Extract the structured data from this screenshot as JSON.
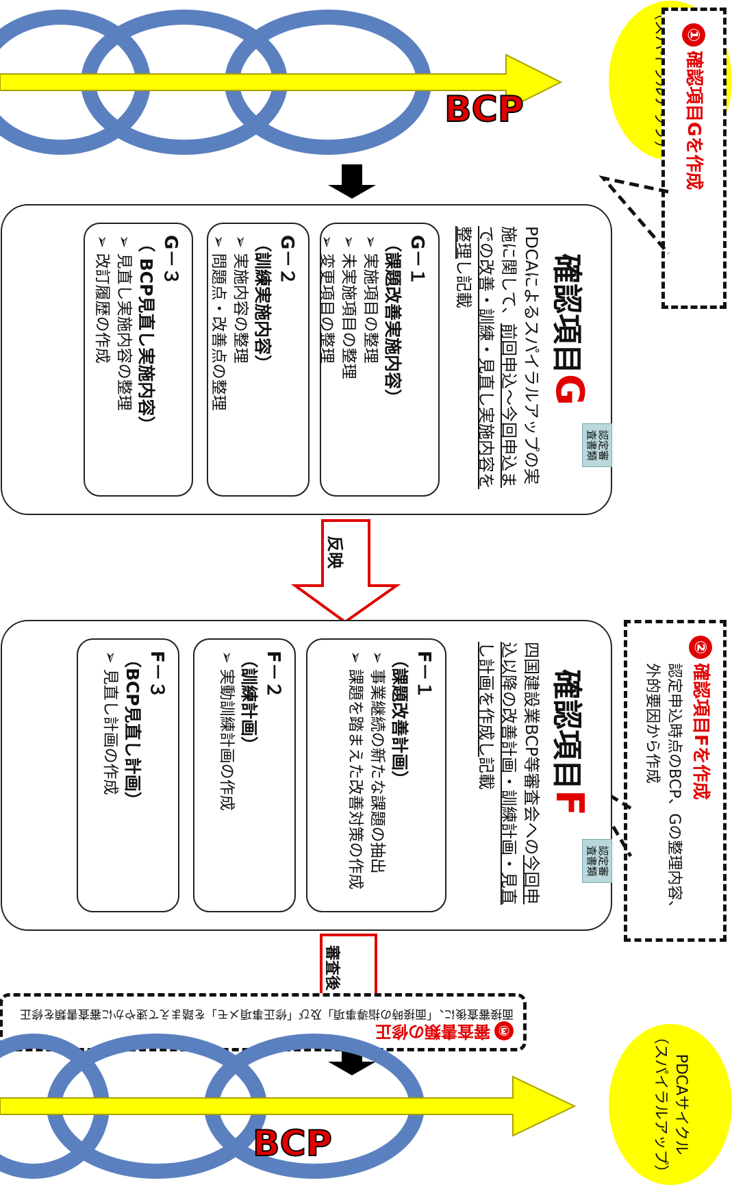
{
  "bubbles": {
    "g": {
      "num": "①",
      "title": "確認項目Gを作成"
    },
    "f": {
      "num": "②",
      "title": "確認項目Fを作成",
      "desc": "認定申込時点のBCP、Gの整理内容、外的要因から作成"
    },
    "r": {
      "num": "③",
      "title": "審査書類の修正",
      "desc": "面接審査後に、「面接時の指導事項」及び「修正事項メモ」を踏まえて速やかに審査書類を修正"
    }
  },
  "cycle": {
    "ellipse_line1": "PDCAサイクル",
    "ellipse_line2": "（スパイラルアップ）",
    "bcp": "BCP"
  },
  "panel_g": {
    "tag": "認定審査書類",
    "title": "確認項目",
    "letter": "G",
    "desc_pre": "PDCAによるスパイラルアップの実施に関して、",
    "desc_under": "前回申込〜今回申込までの改善・訓練・見直し実施内容を整理",
    "desc_post": "し記載",
    "items": [
      {
        "id": "G－１",
        "name": "（課題改善実施内容）",
        "bullets": [
          "実施項目の整理",
          "未実施項目の整理",
          "変更項目の整理"
        ]
      },
      {
        "id": "G－２",
        "name": "（訓練実施内容）",
        "bullets": [
          "実施内容の整理",
          "問題点・改善点の整理"
        ]
      },
      {
        "id": "G－３",
        "name": "（ BCP見直し実施内容）",
        "bullets": [
          "見直し実施内容の整理",
          "改訂履歴の作成"
        ]
      }
    ]
  },
  "panel_f": {
    "tag": "認定審査書類",
    "title": "確認項目",
    "letter": "F",
    "desc_pre": "四国建設業BCP等審査会への",
    "desc_under": "今回申込以降の改善計画・訓練計画・見直し計画を作成し",
    "desc_post": "記載",
    "items": [
      {
        "id": "F－１",
        "name": "（課題改善計画）",
        "bullets": [
          "事業継続の新たな課題の抽出",
          "課題を踏まえた改善対策の作成"
        ]
      },
      {
        "id": "F－２",
        "name": "（訓練計画）",
        "bullets": [
          "実動訓練計画の作成"
        ]
      },
      {
        "id": "F－３",
        "name": "（BCP見直し計画）",
        "bullets": [
          "見直し計画の作成"
        ]
      }
    ]
  },
  "arrows": {
    "reflect": "反映",
    "after_review": "審査後"
  },
  "bullet_glyph": "➢"
}
